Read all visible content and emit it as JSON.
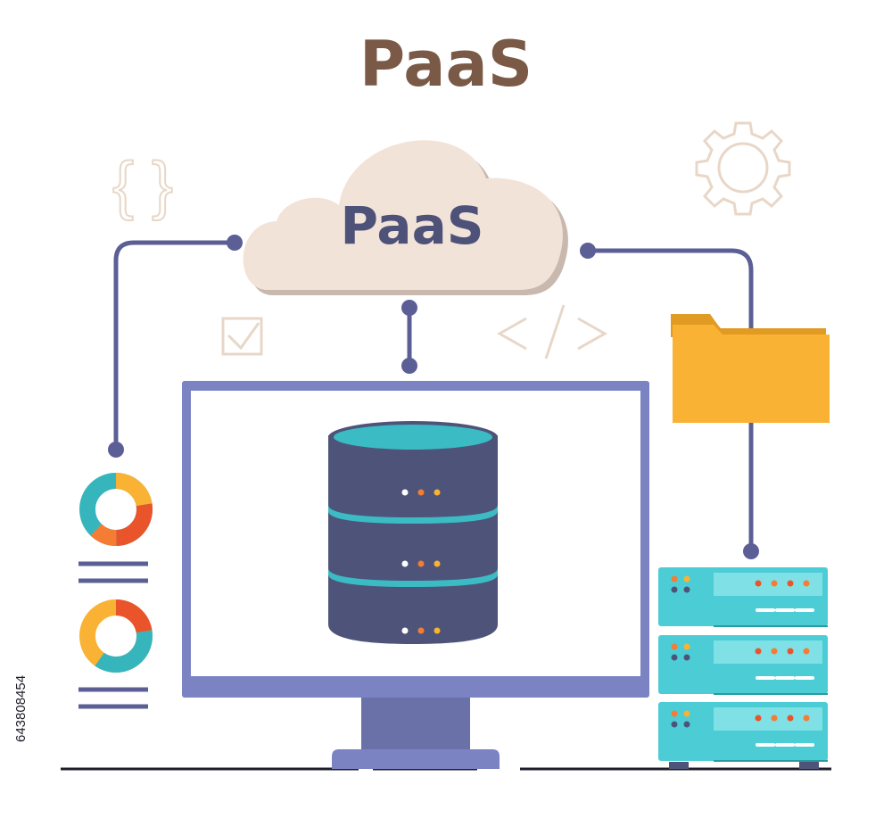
{
  "header": {
    "title": "PaaS"
  },
  "cloud": {
    "label": "PaaS",
    "fill": "#f2e3d8",
    "shadow": "#c9b8ad",
    "text_color": "#4e5279"
  },
  "colors": {
    "title": "#7a5a46",
    "line": "#5c5f95",
    "monitor_frame": "#7b83c3",
    "monitor_stand": "#6a71a8",
    "db_body": "#4e5479",
    "db_top": "#3bbbc3",
    "db_band": "#3bbbc3",
    "folder": "#f9b233",
    "folder_back": "#e19a22",
    "server": "#4ccdd5",
    "server_panel": "#7fe0e6",
    "accent_orange": "#f47c33",
    "accent_red": "#e9542a",
    "accent_yellow": "#f9b233",
    "accent_teal": "#36b6bc",
    "faint": "#e8d7c8"
  },
  "icons": {
    "braces": "curly-braces-icon",
    "gear": "gear-icon",
    "check": "checkbox-icon",
    "code": "code-tag-icon",
    "folder": "folder-icon",
    "database": "database-icon",
    "server": "server-rack-icon",
    "donut1": "donut-chart-icon",
    "donut2": "donut-chart-icon"
  },
  "side_label": "643808454"
}
